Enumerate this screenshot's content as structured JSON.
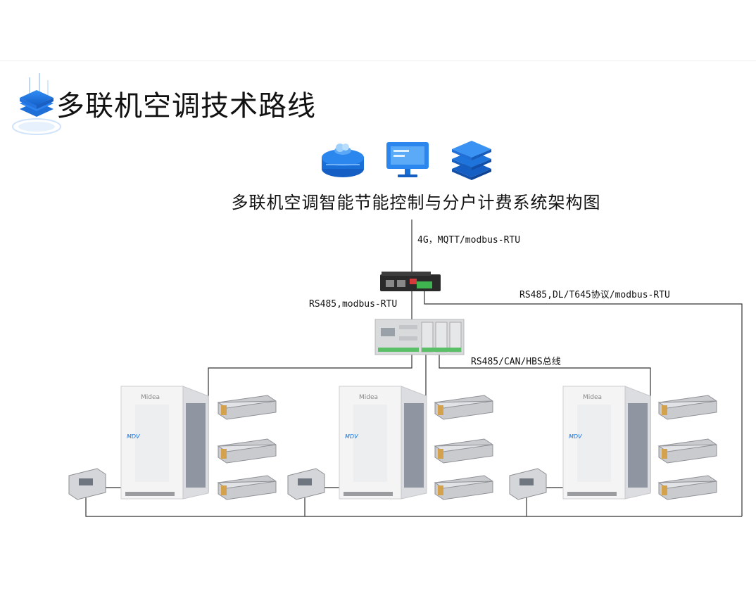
{
  "header": {
    "title": "多联机空调技术路线"
  },
  "diagram": {
    "title": "多联机空调智能节能控制与分户计费系统架构图",
    "labels": {
      "cloud_link": "4G，MQTT/modbus-RTU",
      "gateway_to_controller": "RS485,modbus-RTU",
      "meter_bus": "RS485,DL/T645协议/modbus-RTU",
      "ac_bus": "RS485/CAN/HBS总线"
    },
    "outdoor_unit_brand": "Midea",
    "outdoor_unit_model": "MDV",
    "icons": [
      "cloud-server-icon",
      "monitor-icon",
      "database-icon"
    ],
    "colors": {
      "accent": "#1a6fd6",
      "line": "#333333"
    }
  }
}
